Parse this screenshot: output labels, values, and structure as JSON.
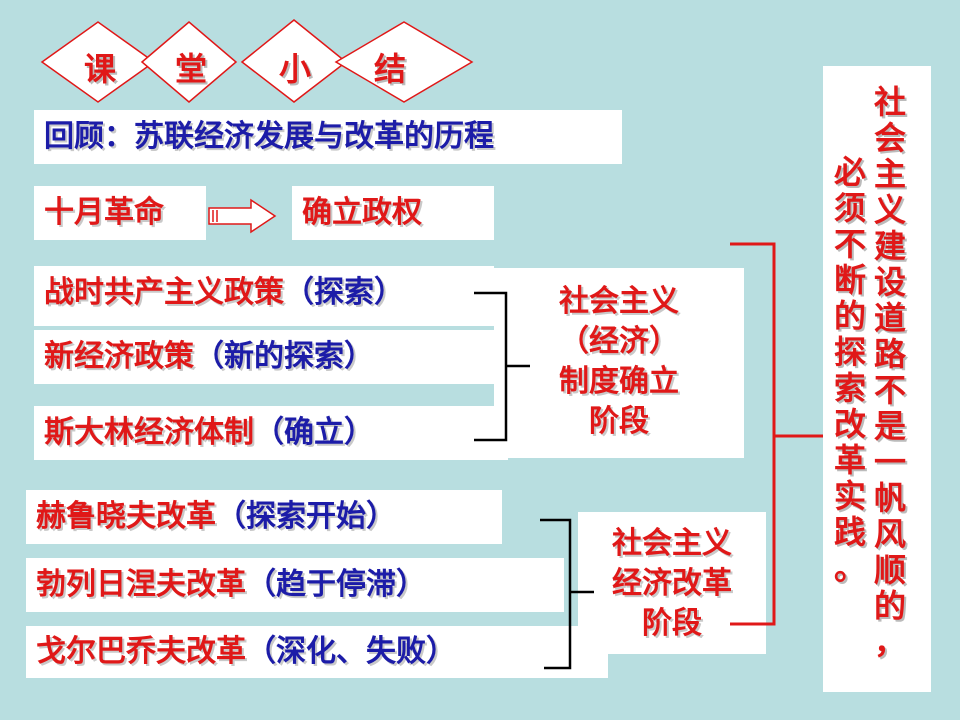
{
  "title_chars": [
    "课",
    "堂",
    "小",
    "结"
  ],
  "review_label": "回顾：苏联经济发展与改革的历程",
  "october": {
    "from": "十月革命",
    "to": "确立政权"
  },
  "phase1_items": [
    {
      "main": "战时共产主义政策",
      "note": "（探索）"
    },
    {
      "main": "新经济政策",
      "note": "（新的探索）"
    },
    {
      "main": "斯大林经济体制",
      "note": "（确立）"
    }
  ],
  "phase1_stage": [
    "社会主义",
    "（经济）",
    "制度确立",
    "阶段"
  ],
  "phase2_items": [
    {
      "main": "赫鲁晓夫改革",
      "note": "（探索开始）"
    },
    {
      "main": "勃列日涅夫改革",
      "note": "（趋于停滞）"
    },
    {
      "main": "戈尔巴乔夫改革",
      "note": "（深化、失败）"
    }
  ],
  "phase2_stage": [
    "社会主义",
    "经济改革",
    "阶段"
  ],
  "conclusion": {
    "col1": [
      "社",
      "会",
      "主",
      "义",
      "建",
      "设",
      "道",
      "路",
      "不",
      "是",
      "一",
      "帆",
      "风",
      "顺",
      "的",
      "，"
    ],
    "col2": [
      "必",
      "须",
      "不",
      "断",
      "的",
      "探",
      "索",
      "改",
      "革",
      "实",
      "践",
      "。"
    ]
  },
  "colors": {
    "background": "#b8dee0",
    "red": "#e01818",
    "blue": "#1c1ca8",
    "box": "#ffffff"
  }
}
